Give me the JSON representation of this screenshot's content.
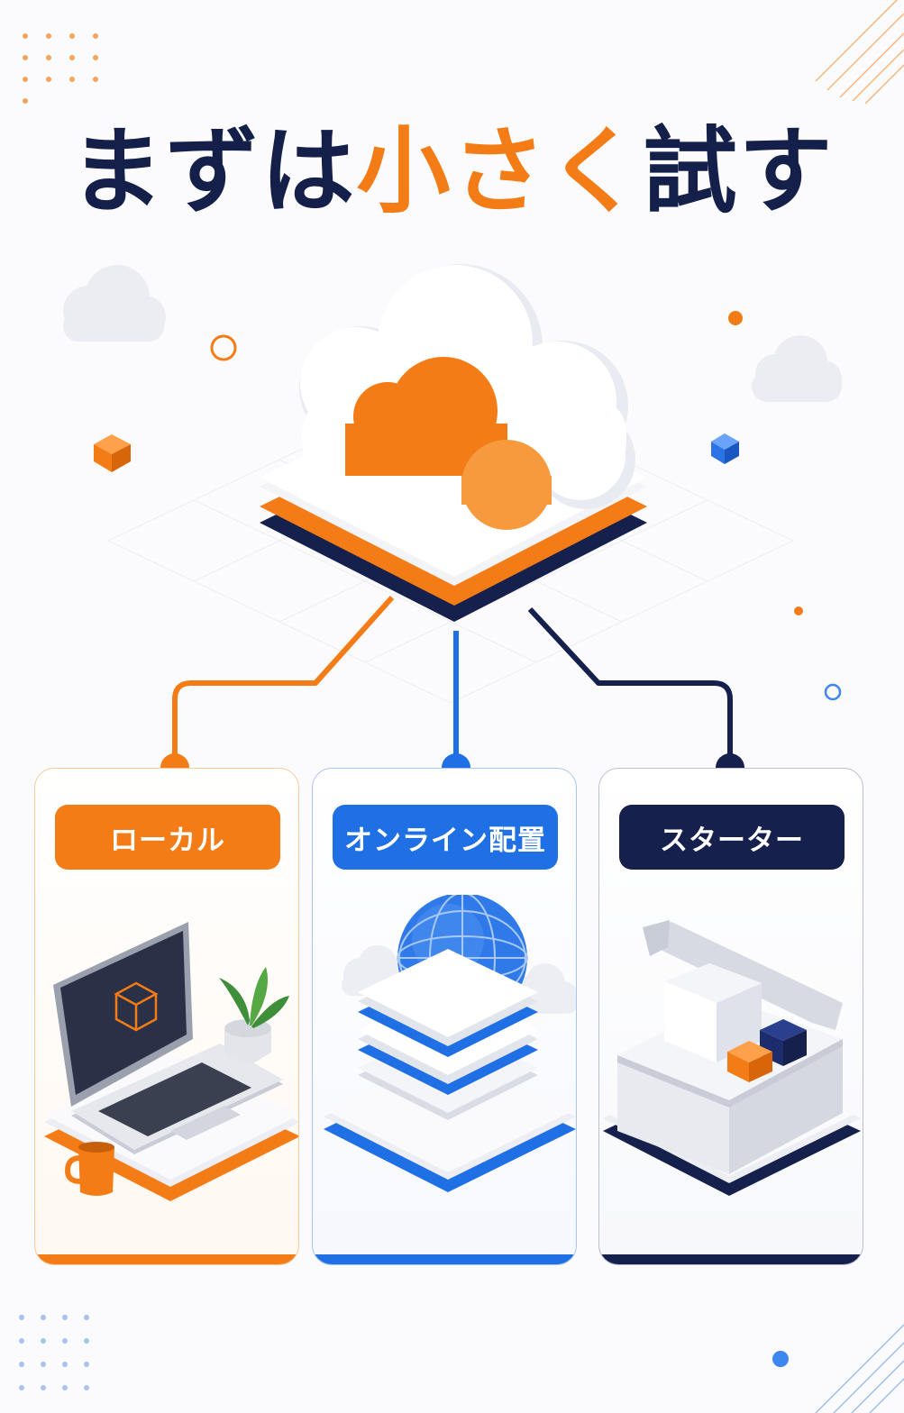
{
  "headline": {
    "part1": "まずは",
    "accent": "小さく",
    "part2": "試す"
  },
  "colors": {
    "navy": "#14204a",
    "orange": "#f47c16",
    "blue": "#1f6fe5",
    "dark_navy": "#15204d",
    "background": "#fbfbfd"
  },
  "hub": {
    "icon": "cloud-icon"
  },
  "cards": [
    {
      "label": "ローカル",
      "color": "#f47c16",
      "icon": "laptop-icon"
    },
    {
      "label": "オンライン配置",
      "color": "#1f6fe5",
      "icon": "globe-server-icon"
    },
    {
      "label": "スターター",
      "color": "#15204d",
      "icon": "starter-box-icon"
    }
  ]
}
